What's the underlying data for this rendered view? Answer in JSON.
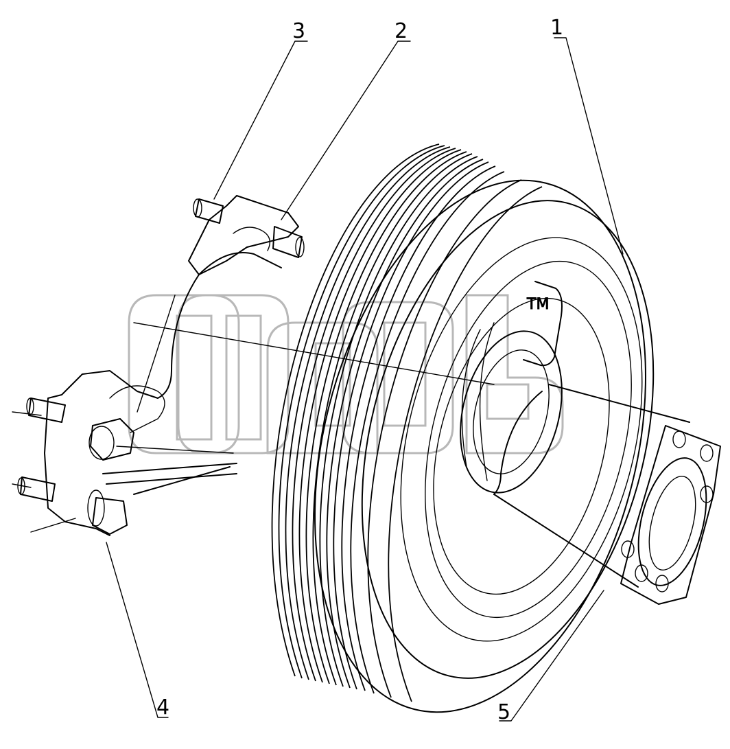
{
  "callouts": {
    "part_1": "1",
    "part_2": "2",
    "part_3": "3",
    "part_4": "4",
    "part_5": "5"
  },
  "watermark": {
    "mark": "TM"
  },
  "colors": {
    "line": "#000000",
    "background": "#ffffff",
    "watermark_outline": "#b8b8b8"
  }
}
